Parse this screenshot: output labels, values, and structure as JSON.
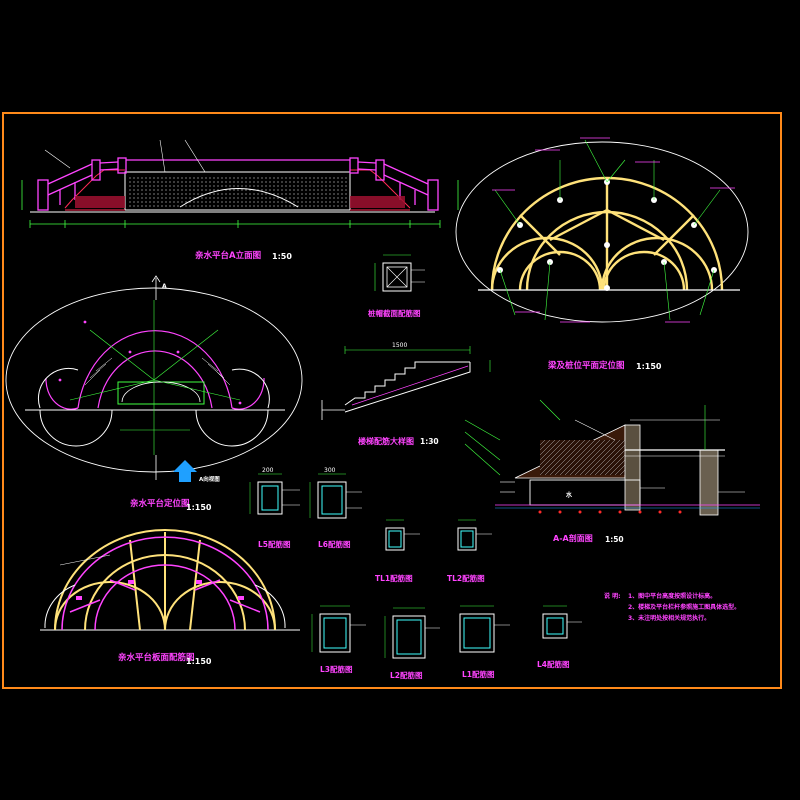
{
  "titles": {
    "elevation": "亲水平台A立面图",
    "elevation_scale": "1:50",
    "beam_plan": "梁及桩位平面定位图",
    "beam_plan_scale": "1:150",
    "platform_plan": "亲水平台定位图",
    "platform_plan_scale": "1:150",
    "slab_plan": "亲水平台板面配筋图",
    "slab_plan_scale": "1:150",
    "pile_section": "桩帽截面配筋图",
    "step_detail": "楼梯配筋大样图",
    "step_scale": "1:30",
    "section_aa": "A-A剖面图",
    "section_aa_scale": "1:50",
    "l5": "L5配筋图",
    "l6": "L6配筋图",
    "tl1": "TL1配筋图",
    "tl2": "TL2配筋图",
    "l3": "L3配筋图",
    "l2": "L2配筋图",
    "l1": "L1配筋图",
    "l4": "L4配筋图"
  },
  "labels": {
    "a_direction": "A",
    "a_view": "A向视图",
    "water": "水",
    "dim_1": "1500",
    "dim_2": "300",
    "dim_3": "200"
  },
  "notes": {
    "heading": "说 明:",
    "line1": "1、图中平台高度按照设计标高。",
    "line2": "2、楼梯及平台栏杆参照施工图具体选型。",
    "line3": "3、未注明处按相关规范执行。"
  }
}
